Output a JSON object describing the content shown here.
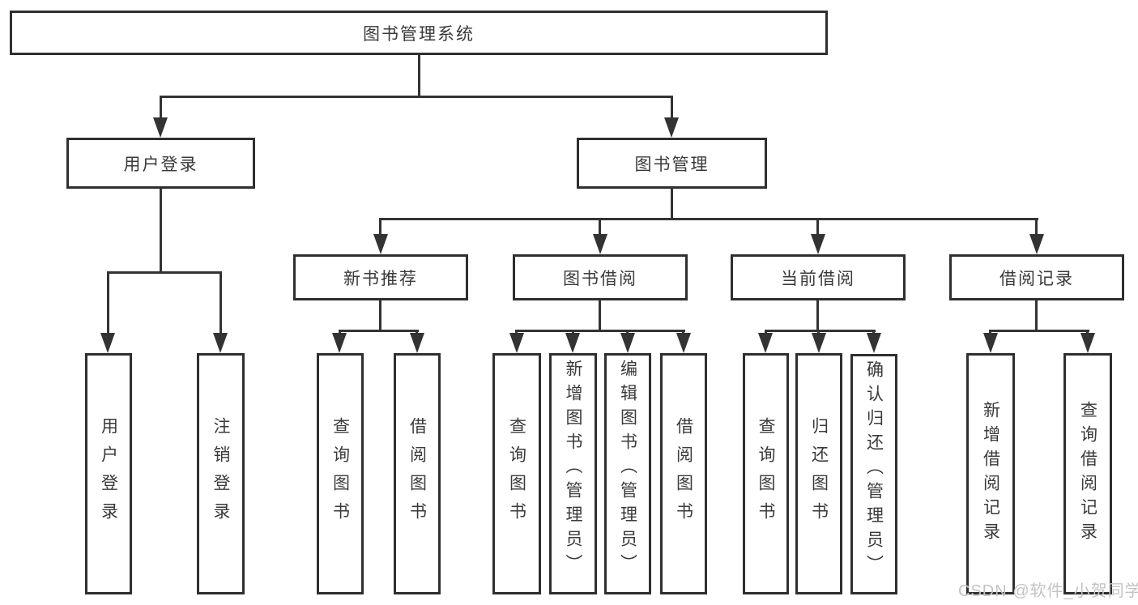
{
  "watermark": "CSDN @软件_小贺同学",
  "colors": {
    "line": "#333333",
    "border": "#2f2f2f",
    "text": "#3a3a3a",
    "wm": "#c3c3c3",
    "bg": "#ffffff"
  },
  "tree": {
    "label": "图书管理系统",
    "children": [
      {
        "label": "用户登录",
        "children": [
          {
            "label": "用户登录"
          },
          {
            "label": "注销登录"
          }
        ]
      },
      {
        "label": "图书管理",
        "children": [
          {
            "label": "新书推荐",
            "children": [
              {
                "label": "查询图书"
              },
              {
                "label": "借阅图书"
              }
            ]
          },
          {
            "label": "图书借阅",
            "children": [
              {
                "label": "查询图书"
              },
              {
                "label": "新增图书（管理员）"
              },
              {
                "label": "编辑图书（管理员）"
              },
              {
                "label": "借阅图书"
              }
            ]
          },
          {
            "label": "当前借阅",
            "children": [
              {
                "label": "查询图书"
              },
              {
                "label": "归还图书"
              },
              {
                "label": "确认归还（管理员）"
              }
            ]
          },
          {
            "label": "借阅记录",
            "children": [
              {
                "label": "新增借阅记录"
              },
              {
                "label": "查询借阅记录"
              }
            ]
          }
        ]
      }
    ]
  }
}
